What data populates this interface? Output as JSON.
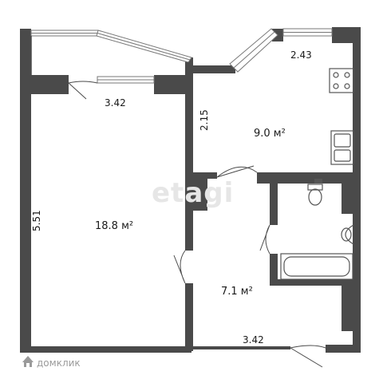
{
  "rooms": [
    {
      "name": "room",
      "area": "18.8 м²"
    },
    {
      "name": "kitchen",
      "area": "9.0 м²"
    },
    {
      "name": "hall",
      "area": "7.1 м²"
    }
  ],
  "dimensions": {
    "balcony_width": "3.42",
    "kitchen_width": "2.43",
    "kitchen_depth": "2.15",
    "room_length": "5.51",
    "bottom_width": "3.42"
  },
  "watermark": "etagi",
  "brand": "домклик",
  "colors": {
    "wall": "#4a4a4a",
    "fixture": "#555555",
    "window": "#777777",
    "watermark": "#e6e6e6"
  }
}
